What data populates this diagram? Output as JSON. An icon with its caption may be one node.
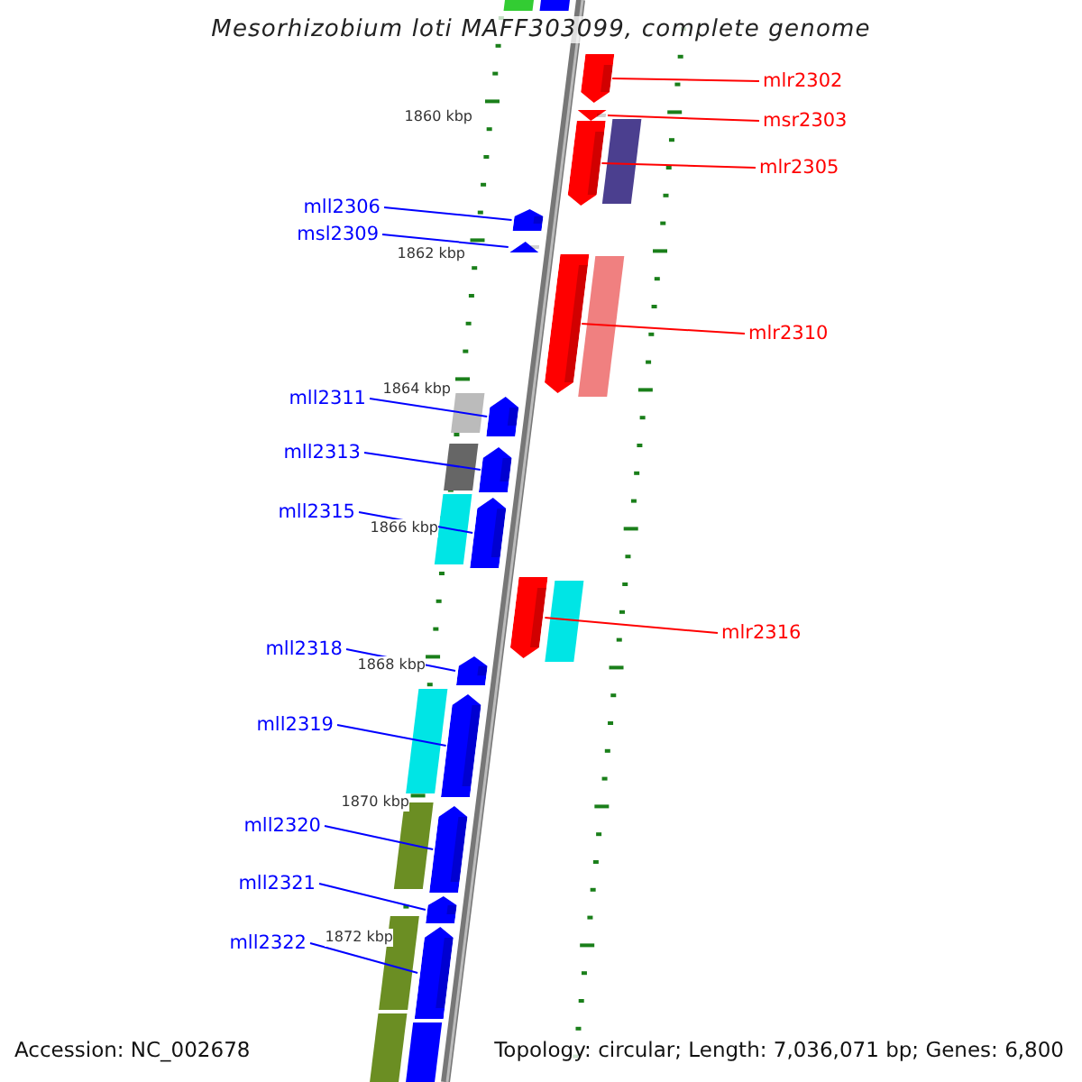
{
  "diagram": {
    "title": "Mesorhizobium loti MAFF303099, complete genome",
    "nodes": [
      {
        "text": [
          "mlr2302"
        ]
      },
      {
        "text": [],
        "shape": "arrow"
      },
      {
        "text": [
          "msr2303"
        ]
      },
      {
        "text": [],
        "shape": "triangle"
      },
      {
        "text": [
          "mlr2305"
        ]
      },
      {
        "text": [],
        "shape": "arrow"
      },
      {
        "text": [
          "mll2306"
        ]
      },
      {
        "text": [],
        "shape": "arrow"
      },
      {
        "text": [
          "msl2309"
        ]
      },
      {
        "text": [],
        "shape": "triangle"
      },
      {
        "text": [
          "mlr2310"
        ]
      },
      {
        "text": [],
        "shape": "arrow"
      },
      {
        "text": [
          "mll2311"
        ]
      },
      {
        "text": [],
        "shape": "arrow"
      },
      {
        "text": [
          "mll2313"
        ]
      },
      {
        "text": [],
        "shape": "arrow"
      },
      {
        "text": [
          "mll2315"
        ]
      },
      {
        "text": [],
        "shape": "arrow"
      },
      {
        "text": [
          "mlr2316"
        ]
      },
      {
        "text": [],
        "shape": "arrow"
      },
      {
        "text": [
          "mll2318"
        ]
      },
      {
        "text": [],
        "shape": "arrow"
      },
      {
        "text": [
          "mll2319"
        ]
      },
      {
        "text": [],
        "shape": "arrow"
      },
      {
        "text": [
          "mll2320"
        ]
      },
      {
        "text": [],
        "shape": "arrow"
      },
      {
        "text": [
          "mll2321"
        ]
      },
      {
        "text": [],
        "shape": "arrow"
      },
      {
        "text": [
          "mll2322"
        ]
      },
      {
        "text": [],
        "shape": "arrow"
      }
    ],
    "edges": [
      {
        "from": 0,
        "to": 1,
        "arrow": "none",
        "color": "#ff0000"
      },
      {
        "from": 2,
        "to": 3,
        "arrow": "none",
        "color": "#ff0000"
      },
      {
        "from": 4,
        "to": 5,
        "arrow": "none",
        "color": "#ff0000"
      },
      {
        "from": 6,
        "to": 7,
        "arrow": "none"
      },
      {
        "from": 8,
        "to": 9,
        "arrow": "none"
      },
      {
        "from": 10,
        "to": 11,
        "arrow": "none",
        "color": "#ff0000"
      },
      {
        "from": 12,
        "to": 13,
        "arrow": "none"
      },
      {
        "from": 14,
        "to": 15,
        "arrow": "none"
      },
      {
        "from": 16,
        "to": 17,
        "arrow": "none"
      },
      {
        "from": 18,
        "to": 19,
        "arrow": "none",
        "color": "#ff0000"
      },
      {
        "from": 20,
        "to": 21,
        "arrow": "none"
      },
      {
        "from": 22,
        "to": 23,
        "arrow": "none"
      },
      {
        "from": 24,
        "to": 25,
        "arrow": "none"
      },
      {
        "from": 26,
        "to": 27,
        "arrow": "none"
      },
      {
        "from": 28,
        "to": 29,
        "arrow": "none"
      }
    ],
    "labels": [
      "1860 kbp",
      "1862 kbp",
      "1864 kbp",
      "1866 kbp",
      "1868 kbp",
      "1870 kbp",
      "1872 kbp",
      "Accession: NC_002678",
      "Topology: circular; Length: 7,036,071 bp; Genes: 6,800"
    ]
  }
}
